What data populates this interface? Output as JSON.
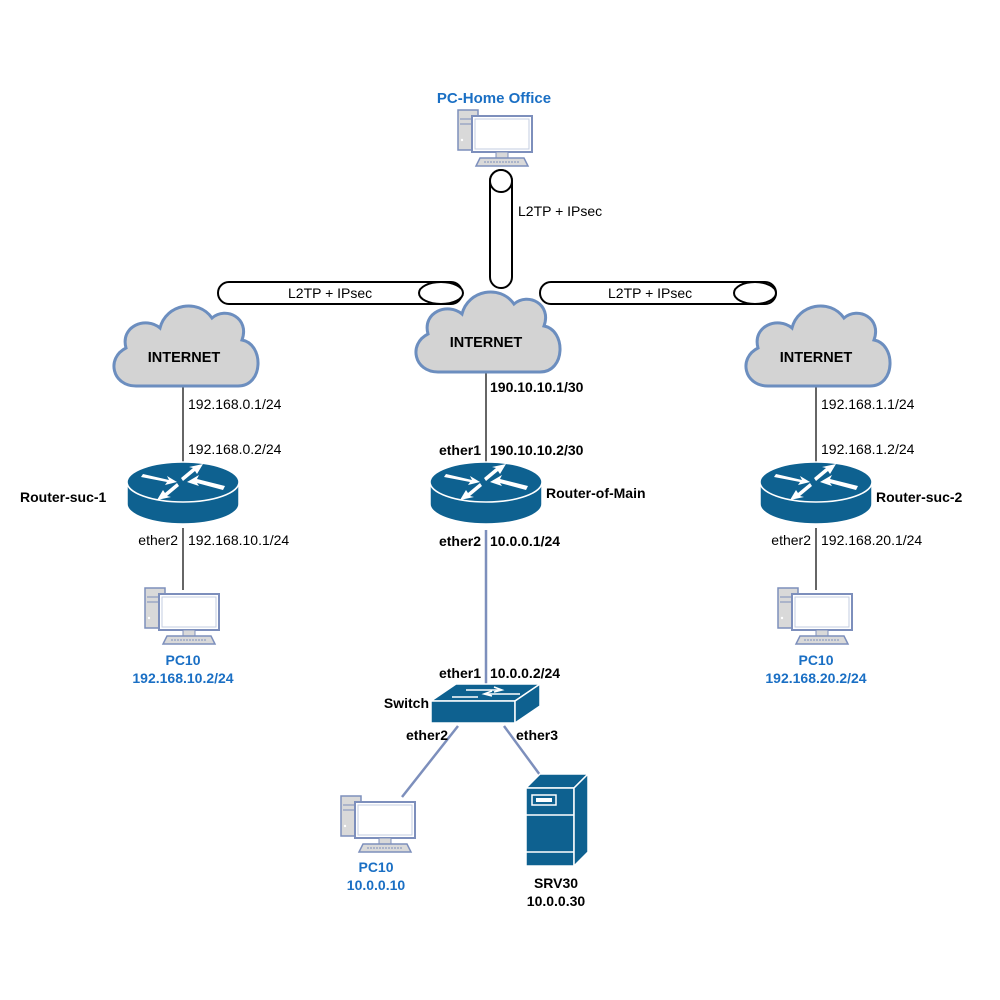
{
  "diagram": {
    "colors": {
      "device_blue": "#0e6190",
      "pc_outline": "#7d8fbc",
      "cloud_fill": "#d3d3d3",
      "cloud_stroke": "#6c8ebf",
      "label_blue": "#1a6fc4",
      "lan_link": "#7d8fbc"
    },
    "home_office": {
      "name": "PC-Home Office",
      "icon": "desktop-pc-icon"
    },
    "tunnels": [
      {
        "id": "tunnel-home",
        "label": "L2TP + IPsec",
        "icon": "vpn-tunnel-icon"
      },
      {
        "id": "tunnel-left",
        "label": "L2TP + IPsec",
        "icon": "vpn-tunnel-icon"
      },
      {
        "id": "tunnel-right",
        "label": "L2TP + IPsec",
        "icon": "vpn-tunnel-icon"
      }
    ],
    "clouds": [
      {
        "id": "internet-left",
        "label": "INTERNET",
        "icon": "cloud-icon"
      },
      {
        "id": "internet-center",
        "label": "INTERNET",
        "icon": "cloud-icon"
      },
      {
        "id": "internet-right",
        "label": "INTERNET",
        "icon": "cloud-icon"
      }
    ],
    "branch1": {
      "router": "Router-suc-1",
      "wan_isp": "192.168.0.1/24",
      "wan_router": "192.168.0.2/24",
      "lan_iface": "ether2",
      "lan_ip": "192.168.10.1/24",
      "pc_name": "PC10",
      "pc_ip": "192.168.10.2/24"
    },
    "main": {
      "router": "Router-of-Main",
      "wan_isp": "190.10.10.1/30",
      "wan_iface": "ether1",
      "wan_router": "190.10.10.2/30",
      "lan_iface": "ether2",
      "lan_ip": "10.0.0.1/24",
      "switch": {
        "name": "Switch",
        "uplink_iface": "ether1",
        "uplink_ip": "10.0.0.2/24",
        "port_pc": "ether2",
        "port_srv": "ether3"
      },
      "pc_name": "PC10",
      "pc_ip": "10.0.0.10",
      "server_name": "SRV30",
      "server_ip": "10.0.0.30"
    },
    "branch2": {
      "router": "Router-suc-2",
      "wan_isp": "192.168.1.1/24",
      "wan_router": "192.168.1.2/24",
      "lan_iface": "ether2",
      "lan_ip": "192.168.20.1/24",
      "pc_name": "PC10",
      "pc_ip": "192.168.20.2/24"
    }
  }
}
